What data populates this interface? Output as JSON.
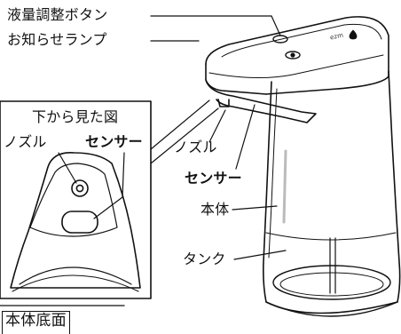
{
  "labels": {
    "volume_button": "液量調整ボタン",
    "indicator_lamp": "お知らせランプ",
    "nozzle": "ノズル",
    "sensor": "センサー",
    "body": "本体",
    "tank": "タンク"
  },
  "inset": {
    "title": "下から見た図",
    "nozzle": "ノズル",
    "sensor": "センサー"
  },
  "caption": "本体底面",
  "brand_mark": "ezm"
}
